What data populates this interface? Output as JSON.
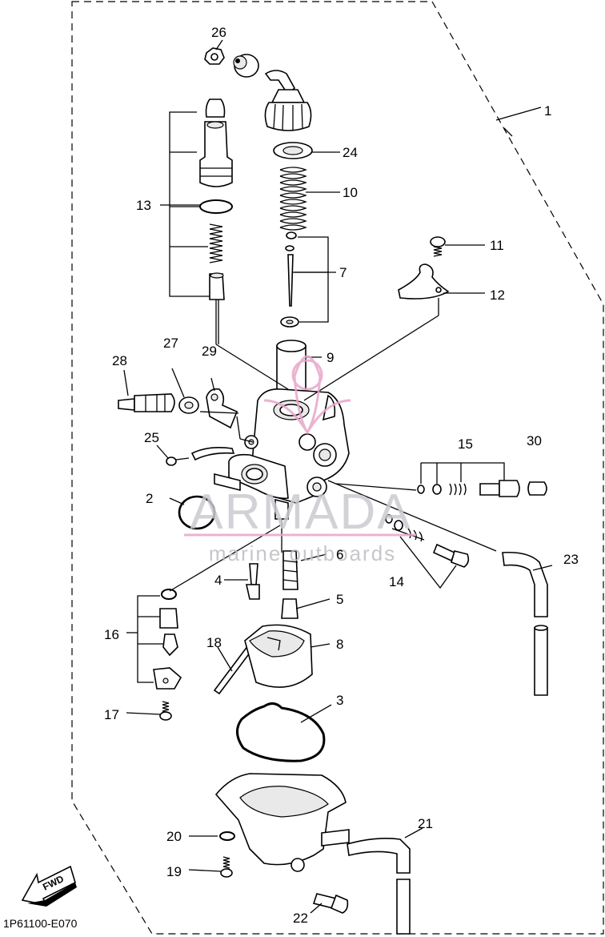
{
  "diagram_code": "1P61100-E070",
  "fwd_label": "FWD",
  "watermark": {
    "brand": "ARMADA",
    "tagline": "marine outboards"
  },
  "labels": [
    {
      "id": "1",
      "text": "1"
    },
    {
      "id": "2",
      "text": "2"
    },
    {
      "id": "3",
      "text": "3"
    },
    {
      "id": "4",
      "text": "4"
    },
    {
      "id": "5",
      "text": "5"
    },
    {
      "id": "6",
      "text": "6"
    },
    {
      "id": "7",
      "text": "7"
    },
    {
      "id": "8",
      "text": "8"
    },
    {
      "id": "9",
      "text": "9"
    },
    {
      "id": "10",
      "text": "10"
    },
    {
      "id": "11",
      "text": "11"
    },
    {
      "id": "12",
      "text": "12"
    },
    {
      "id": "13",
      "text": "13"
    },
    {
      "id": "14",
      "text": "14"
    },
    {
      "id": "15",
      "text": "15"
    },
    {
      "id": "16",
      "text": "16"
    },
    {
      "id": "17",
      "text": "17"
    },
    {
      "id": "18",
      "text": "18"
    },
    {
      "id": "19",
      "text": "19"
    },
    {
      "id": "20",
      "text": "20"
    },
    {
      "id": "21",
      "text": "21"
    },
    {
      "id": "22",
      "text": "22"
    },
    {
      "id": "23",
      "text": "23"
    },
    {
      "id": "24",
      "text": "24"
    },
    {
      "id": "25",
      "text": "25"
    },
    {
      "id": "26",
      "text": "26"
    },
    {
      "id": "27",
      "text": "27"
    },
    {
      "id": "28",
      "text": "28"
    },
    {
      "id": "29",
      "text": "29"
    },
    {
      "id": "30",
      "text": "30"
    }
  ]
}
